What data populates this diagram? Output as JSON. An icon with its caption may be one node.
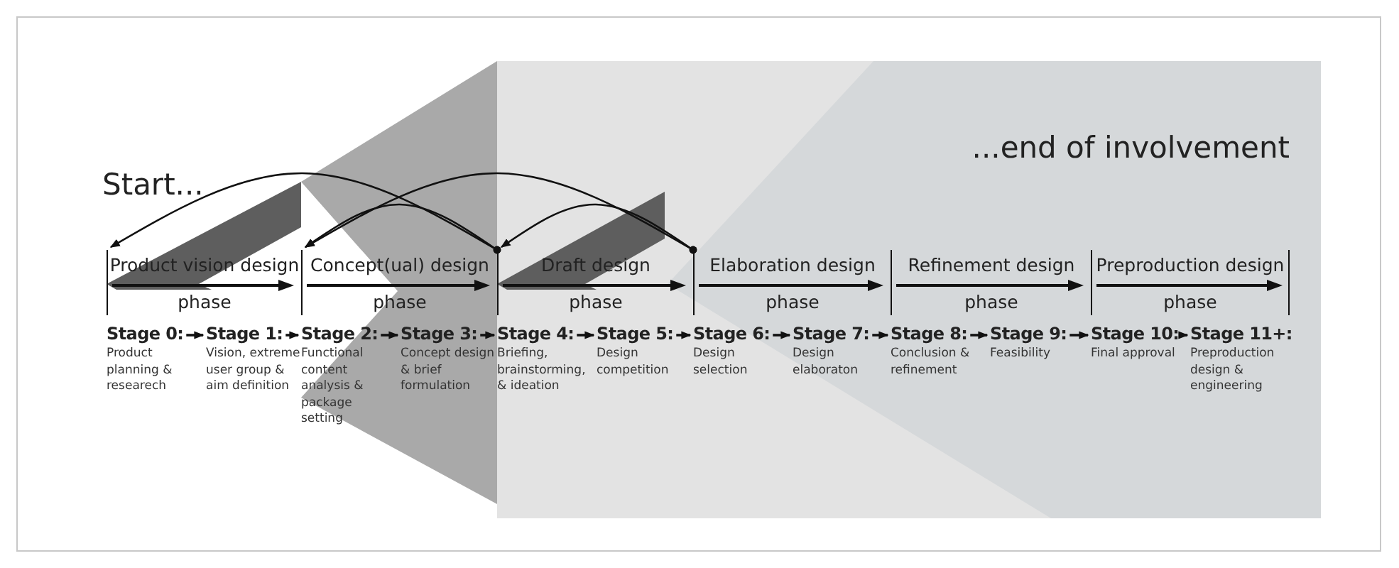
{
  "diagram": {
    "nodes": [
      {
        "text": [
          "Product vision design",
          "phase"
        ]
      },
      {
        "text": [
          "Concept(ual) design",
          "phase"
        ]
      },
      {
        "text": [
          "Draft design",
          "phase"
        ]
      },
      {
        "text": [
          "Elaboration design",
          "phase"
        ]
      },
      {
        "text": [
          "Refinement design",
          "phase"
        ]
      },
      {
        "text": [
          "Preproduction design",
          "phase"
        ]
      },
      {
        "text": [
          "Stage 0:"
        ],
        "beside": [
          "Product planning & researech"
        ]
      },
      {
        "text": [
          "Stage 1:"
        ],
        "beside": [
          "Vision, extreme user group & aim definition"
        ]
      },
      {
        "text": [
          "Stage 2:"
        ],
        "beside": [
          "Functional content analysis & package setting"
        ]
      },
      {
        "text": [
          "Stage 3:"
        ],
        "beside": [
          "Concept design & brief formulation"
        ]
      },
      {
        "text": [
          "Stage 4:"
        ],
        "beside": [
          "Briefing, brainstorming, & ideation"
        ]
      },
      {
        "text": [
          "Stage 5:"
        ],
        "beside": [
          "Design competition"
        ]
      },
      {
        "text": [
          "Stage 6:"
        ],
        "beside": [
          "Design selection"
        ]
      },
      {
        "text": [
          "Stage 7:"
        ],
        "beside": [
          "Design elaboraton"
        ]
      },
      {
        "text": [
          "Stage 8:"
        ],
        "beside": [
          "Conclusion & refinement"
        ]
      },
      {
        "text": [
          "Stage 9:"
        ],
        "beside": [
          "Feasibility"
        ]
      },
      {
        "text": [
          "Stage 10:"
        ],
        "beside": [
          "Final approval"
        ]
      },
      {
        "text": [
          "Stage 11+:"
        ],
        "beside": [
          "Preproduction design & engineering"
        ]
      }
    ],
    "edges": [
      {
        "from": 1,
        "to": 0,
        "arrow": "to"
      },
      {
        "from": 1,
        "to": 1,
        "arrow": "to"
      },
      {
        "from": 2,
        "to": 1,
        "arrow": "to"
      },
      {
        "from": 2,
        "to": 2,
        "arrow": "to"
      },
      {
        "from": 6,
        "to": 7,
        "arrow": "to"
      },
      {
        "from": 7,
        "to": 8,
        "arrow": "to"
      },
      {
        "from": 8,
        "to": 9,
        "arrow": "to"
      },
      {
        "from": 9,
        "to": 10,
        "arrow": "to"
      },
      {
        "from": 10,
        "to": 11,
        "arrow": "to"
      },
      {
        "from": 11,
        "to": 12,
        "arrow": "to"
      },
      {
        "from": 12,
        "to": 13,
        "arrow": "to"
      },
      {
        "from": 13,
        "to": 14,
        "arrow": "to"
      },
      {
        "from": 14,
        "to": 15,
        "arrow": "to"
      },
      {
        "from": 15,
        "to": 16,
        "arrow": "to"
      },
      {
        "from": 16,
        "to": 17,
        "arrow": "to"
      }
    ],
    "labels": [
      "...end of involvement",
      "Start..."
    ]
  }
}
